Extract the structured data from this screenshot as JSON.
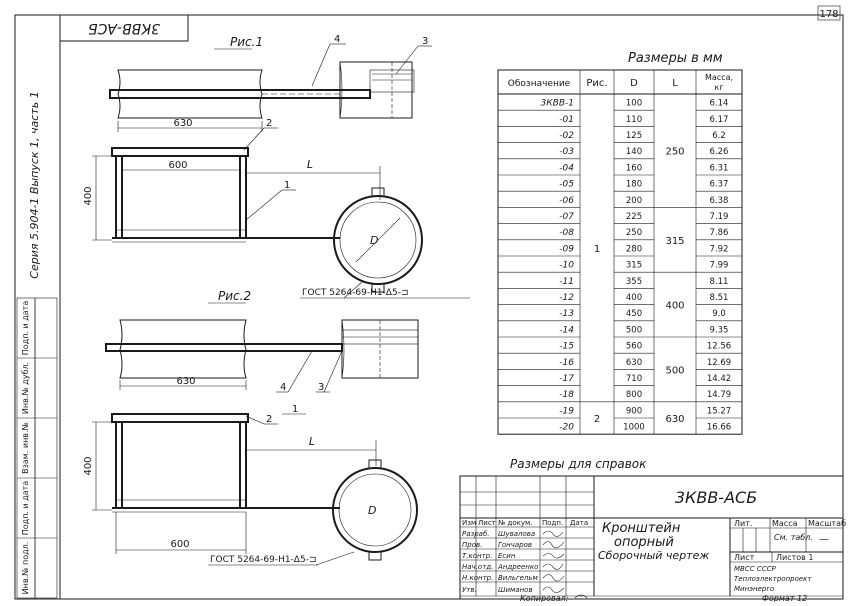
{
  "sheet": {
    "page_no": "178",
    "doc_code_mirrored": "3КВВ-АСБ",
    "series_label": "Серия 5.904-1  Выпуск 1, часть 1",
    "left_strip": [
      "Инв.№ подл.",
      "Подп. и дата",
      "Взам. инв.№",
      "Инв.№ дубл.",
      "Подп. и дата"
    ]
  },
  "fig1": {
    "title": "Рис.1",
    "dims": {
      "w1": "630",
      "w2": "600",
      "h": "400",
      "L": "L",
      "D": "D"
    },
    "callouts": [
      "1",
      "2",
      "3",
      "4"
    ],
    "gost": "ГОСТ 5264-69-Н1-Δ5-⊐"
  },
  "fig2": {
    "title": "Рис.2",
    "dims": {
      "w1": "630",
      "w2": "600",
      "h": "400",
      "L": "L",
      "D": "D"
    },
    "callouts": [
      "1",
      "2",
      "3",
      "4"
    ],
    "gost": "ГОСТ 5264-69-Н1-Δ5-⊐"
  },
  "table": {
    "title": "Размеры в мм",
    "headers": [
      "Обозначение",
      "Рис.",
      "D",
      "L",
      "Масса, кг"
    ],
    "rows": [
      [
        "3КВВ-1",
        "100",
        "6.14"
      ],
      [
        "-01",
        "110",
        "6.17"
      ],
      [
        "-02",
        "125",
        "6.2"
      ],
      [
        "-03",
        "140",
        "6.26"
      ],
      [
        "-04",
        "160",
        "6.31"
      ],
      [
        "-05",
        "180",
        "6.37"
      ],
      [
        "-06",
        "200",
        "6.38"
      ],
      [
        "-07",
        "225",
        "7.19"
      ],
      [
        "-08",
        "250",
        "7.86"
      ],
      [
        "-09",
        "280",
        "7.92"
      ],
      [
        "-10",
        "315",
        "7.99"
      ],
      [
        "-11",
        "355",
        "8.11"
      ],
      [
        "-12",
        "400",
        "8.51"
      ],
      [
        "-13",
        "450",
        "9.0"
      ],
      [
        "-14",
        "500",
        "9.35"
      ],
      [
        "-15",
        "560",
        "12.56"
      ],
      [
        "-16",
        "630",
        "12.69"
      ],
      [
        "-17",
        "710",
        "14.42"
      ],
      [
        "-18",
        "800",
        "14.79"
      ],
      [
        "-19",
        "900",
        "15.27"
      ],
      [
        "-20",
        "1000",
        "16.66"
      ]
    ],
    "ris_groups": [
      {
        "value": "1",
        "from": 0,
        "to": 18
      },
      {
        "value": "2",
        "from": 19,
        "to": 20
      }
    ],
    "l_groups": [
      {
        "value": "250",
        "from": 0,
        "to": 6
      },
      {
        "value": "315",
        "from": 7,
        "to": 10
      },
      {
        "value": "400",
        "from": 11,
        "to": 14
      },
      {
        "value": "500",
        "from": 15,
        "to": 18
      },
      {
        "value": "630",
        "from": 19,
        "to": 20
      }
    ],
    "note": "Размеры для справок"
  },
  "title_block": {
    "doc_code": "3КВВ-АСБ",
    "name_line1": "Кронштейн",
    "name_line2": "опорный",
    "name_line3": "Сборочный чертеж",
    "col_headers": [
      "Изм",
      "Лист",
      "№ докум.",
      "Подп.",
      "Дата"
    ],
    "roles": [
      "Разраб.",
      "Пров.",
      "Т.контр.",
      "Нач.отд.",
      "Н.контр.",
      "Утв."
    ],
    "signers": [
      "Шувалова",
      "Гончаров",
      "Есин",
      "Андреенко",
      "Вильгельм",
      "Шиманов"
    ],
    "lit_label": "Лит.",
    "mass_label": "Масса",
    "scale_label": "Масштаб",
    "mass_value": "См. табл.",
    "scale_value": "—",
    "sheet_label": "Лист",
    "sheets_label": "Листов 1",
    "org_line1": "МВСС   СССР",
    "org_line2": "Теплоэлектропроект",
    "org_line3": "Минэнерго",
    "copied_label": "Копировал:",
    "format_label": "Формат 12"
  }
}
